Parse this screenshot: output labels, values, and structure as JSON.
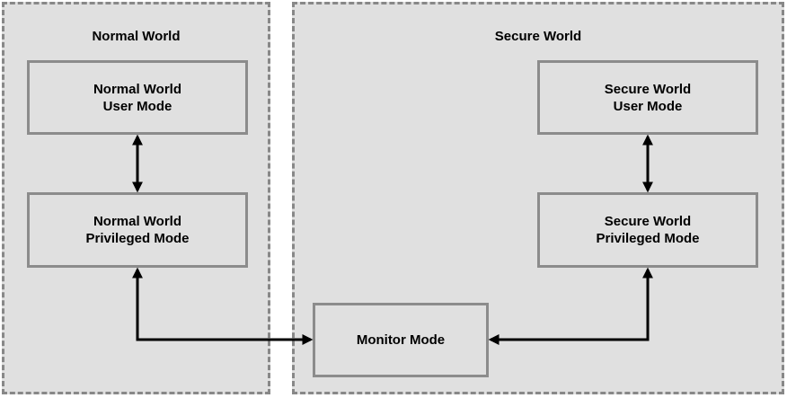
{
  "regions": {
    "normal": {
      "title": "Normal World"
    },
    "secure": {
      "title": "Secure World"
    }
  },
  "boxes": {
    "normal_user": {
      "line1": "Normal World",
      "line2": "User Mode"
    },
    "normal_priv": {
      "line1": "Normal World",
      "line2": "Privileged Mode"
    },
    "secure_user": {
      "line1": "Secure World",
      "line2": "User Mode"
    },
    "secure_priv": {
      "line1": "Secure World",
      "line2": "Privileged Mode"
    },
    "monitor": {
      "label": "Monitor Mode"
    }
  },
  "colors": {
    "region_fill": "#e0e0e0",
    "region_border": "#888888",
    "box_border": "#8c8c8c",
    "arrow": "#000000"
  }
}
